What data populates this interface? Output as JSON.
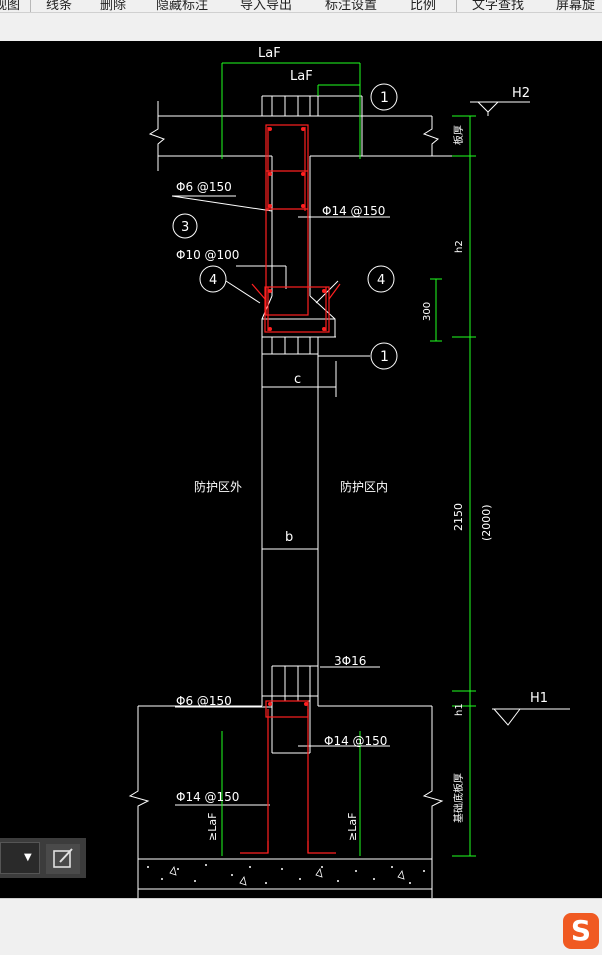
{
  "menu": {
    "items": [
      "视图",
      "线条",
      "删除",
      "隐藏标注",
      "导入导出",
      "标注设置",
      "比例",
      "文字查找",
      "屏幕旋"
    ]
  },
  "drawing": {
    "labels": {
      "laf_top_outer": "LaF",
      "laf_top_inner": "LaF",
      "h2_elev": "H2",
      "h1_elev": "H1",
      "slab_side": "板厚",
      "dim_h2": "h2",
      "dim_300": "300",
      "dim_2150": "2150",
      "dim_2000": "(2000)",
      "dim_h1": "h1",
      "foundation_side": "基础底板厚",
      "stirrup_top": "Φ6 @150",
      "bar_top_right": "Φ14 @150",
      "bar_top_left": "Φ10 @100",
      "dim_c": "c",
      "dim_b": "b",
      "outside_zone": "防护区外",
      "inside_zone": "防护区内",
      "bottom_bars": "3Φ16",
      "stirrup_bottom": "Φ6 @150",
      "bar_bottom_right": "Φ14 @150",
      "bar_bottom_left": "Φ14 @150",
      "laf_bottom_left": "≥LaF",
      "laf_bottom_right": "≥LaF",
      "callout_1_top": "1",
      "callout_3": "3",
      "callout_4_left": "4",
      "callout_4_right": "4",
      "callout_1_mid": "1"
    }
  },
  "toolbar": {
    "combo_value": "",
    "edit_icon": "edit-icon"
  },
  "ime": {
    "logo_letter": "S"
  },
  "colors": {
    "rebar": "#ff2020",
    "dimension": "#20ff20",
    "line": "#ffffff",
    "background": "#000000"
  }
}
